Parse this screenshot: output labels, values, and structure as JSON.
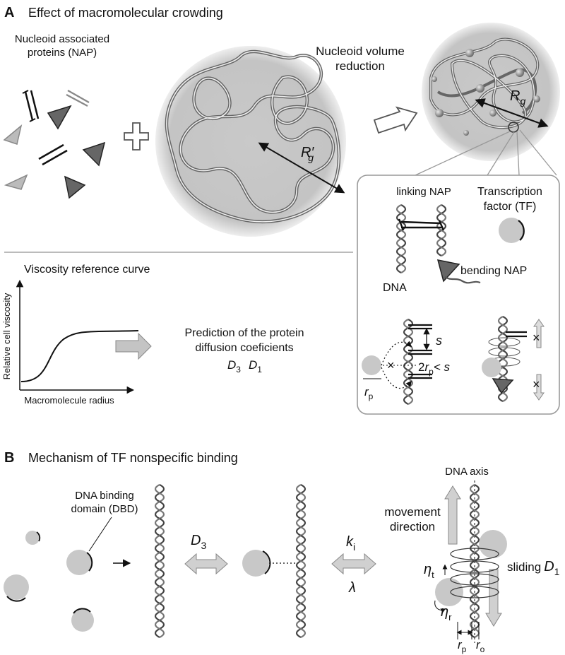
{
  "panel_a": {
    "letter": "A",
    "title": "Effect of macromolecular crowding",
    "nap_label_1": "Nucleoid associated",
    "nap_label_2": "proteins (NAP)",
    "volume_label_1": "Nucleoid volume",
    "volume_label_2": "reduction",
    "rg_prime": "R",
    "rg_prime_sub": "g",
    "rg_prime_mark": "′",
    "rg": "R",
    "rg_sub": "g",
    "inset": {
      "linking_nap": "linking NAP",
      "tf_1": "Transcription",
      "tf_2": "factor (TF)",
      "bending_nap": "bending NAP",
      "dna": "DNA",
      "s": "s",
      "cond_a": "2",
      "cond_b": "r",
      "cond_c": "p",
      "cond_d": "< s",
      "rp": "r",
      "rp_sub": "p",
      "cross": "×"
    },
    "viscosity": {
      "title": "Viscosity reference curve",
      "ylabel": "Relative cell viscosity",
      "xlabel": "Macromolecule radius"
    },
    "prediction_1": "Prediction of the protein",
    "prediction_2": "diffusion coeficients",
    "d3": "D",
    "d3_sub": "3",
    "d1": "D",
    "d1_sub": "1"
  },
  "panel_b": {
    "letter": "B",
    "title": "Mechanism of TF nonspecific binding",
    "dbd_1": "DNA binding",
    "dbd_2": "domain (DBD)",
    "d3": "D",
    "d3_sub": "3",
    "ki": "k",
    "ki_sub": "i",
    "lambda": "λ",
    "dna_axis": "DNA axis",
    "movement_1": "movement",
    "movement_2": "direction",
    "sliding": "sliding",
    "sliding_d": "D",
    "sliding_sub": "1",
    "eta_t": "η",
    "eta_t_sub": "t",
    "eta_r": "η",
    "eta_r_sub": "r",
    "rp": "r",
    "rp_sub": "p",
    "ro": "r",
    "ro_sub": "o"
  }
}
